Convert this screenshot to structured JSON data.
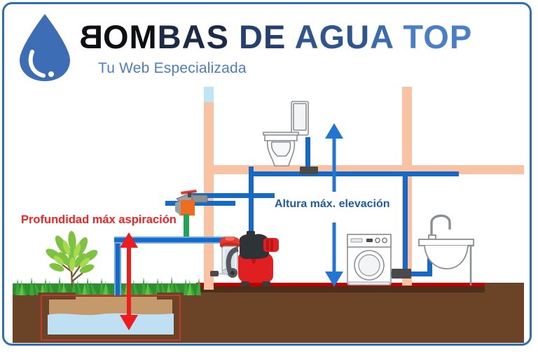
{
  "brand": {
    "title_parts": [
      "B",
      "O",
      "M",
      "B",
      "A",
      "S",
      " ",
      "D",
      "E",
      " ",
      "A",
      "G",
      "U",
      "A",
      " ",
      "T",
      "O",
      "P"
    ],
    "title": "BOMBAS DE AGUA TOP",
    "tagline": "Tu Web Especializada",
    "logo_icon": "water-drop-icon",
    "colors": {
      "drop": "#3d6db5",
      "title_start": "#0d0f12",
      "title_end": "#4a7ec9",
      "tagline": "#4a7ec9",
      "frame_border": "#2f6fb5"
    }
  },
  "diagram": {
    "labels": {
      "suction_depth": "Profundidad máx aspiración",
      "max_elevation": "Altura máx. elevación"
    },
    "label_colors": {
      "suction_depth": "#fc2020",
      "max_elevation": "#1f5ba8"
    },
    "elements": {
      "pump": "water-booster-pump",
      "filter": "water-filter-cartridge",
      "toilet": "toilet-fixture",
      "washing_machine": "washing-machine",
      "sink": "sink-with-faucet",
      "valve": "outdoor-tap-valve",
      "cistern": "underground-water-tank",
      "plant": "garden-bush",
      "grass": "lawn-grass"
    },
    "colors": {
      "pipe": "#1569c7",
      "pipe_outline": "#6ea9e0",
      "wall": "#f9c3a3",
      "wall_top_blue": "#bfe3f7",
      "soil": "#6b4326",
      "soil_light": "#7a4d2b",
      "cistern_inner": "#c49a6c",
      "water": "#bfe0f2",
      "grass": "#2f8f2f",
      "floor_line": "#c00000",
      "pump_body": "#e02020",
      "fitting": "#4a4a4a"
    },
    "arrows": {
      "suction": "double-headed-vertical-arrow-red",
      "elevation_up": "up-arrow-blue",
      "elevation_down": "down-arrow-blue"
    }
  }
}
